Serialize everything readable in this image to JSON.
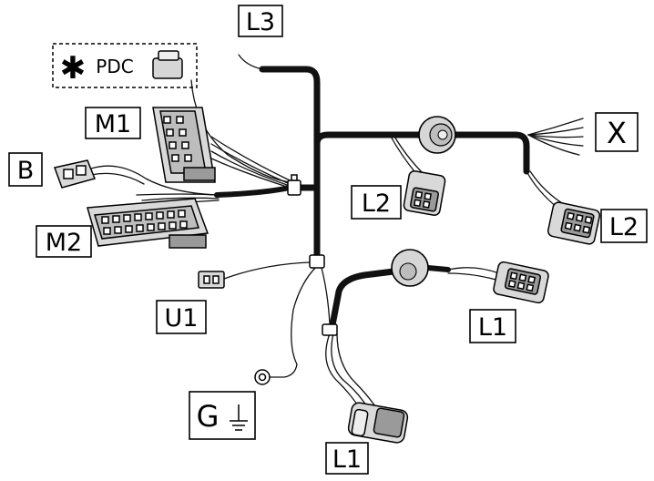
{
  "labels": {
    "l3": "L3",
    "pdc_star": "✱",
    "pdc": "PDC",
    "m1": "M1",
    "b": "B",
    "m2": "M2",
    "l2_left": "L2",
    "l2_right": "L2",
    "x": "X",
    "u1": "U1",
    "l1_right": "L1",
    "g": "G",
    "l1_bottom": "L1"
  },
  "icons": {
    "ground": "ground-symbol-icon",
    "pdc_marker": "asterisk-icon"
  },
  "colors": {
    "harness": "#111111",
    "connector_fill": "#d9d9d9",
    "connector_dark": "#9a9a9a",
    "outline": "#000000"
  }
}
